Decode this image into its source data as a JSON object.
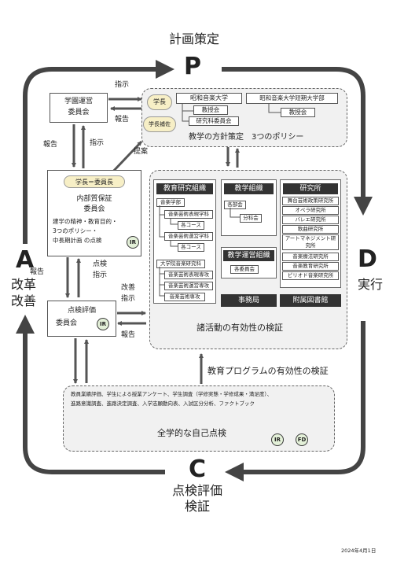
{
  "cycle": {
    "plan_letter": "P",
    "plan_label": "計画策定",
    "do_letter": "D",
    "do_label": "実行",
    "check_letter": "C",
    "check_label_1": "点検評価",
    "check_label_2": "検証",
    "act_letter": "A",
    "act_label_1": "改革",
    "act_label_2": "改善"
  },
  "board": {
    "line1": "学園運営",
    "line2": "委員会",
    "arrow_instruct": "指示",
    "arrow_report": "報告"
  },
  "left_arrows": {
    "report": "報告",
    "instruct": "指示",
    "propose": "提案"
  },
  "policy": {
    "president": "学長",
    "vice_president": "学長補佐",
    "univ": "昭和音楽大学",
    "junior": "昭和音楽大学短期大学部",
    "faculty_meeting": "教授会",
    "grad_committee": "研究科委員会",
    "junior_faculty": "教授会",
    "caption": "教学の方針策定　3つのポリシー"
  },
  "qa": {
    "header": "学長＝委員長",
    "title1": "内部質保証",
    "title2": "委員会",
    "desc1": "建学の精神・教育目的・",
    "desc2": "3つのポリシー・",
    "desc3": "中長期計画 の点検",
    "badge": "IR"
  },
  "mid_arrows": {
    "report": "報告",
    "check": "点検",
    "instruct": "指示",
    "improve": "改善",
    "improve_instruct": "指示",
    "report2": "報告"
  },
  "eval": {
    "line1": "点検評価",
    "line2": "委員会",
    "badge": "IR"
  },
  "activities": {
    "edu_research_hdr": "教育研究組織",
    "faculty": "音楽学部",
    "dept1": "音楽芸術表現学科",
    "course1": "各コース",
    "dept2": "音楽芸術運営学科",
    "course2": "各コース",
    "grad": "大学院音楽研究科",
    "major1": "音楽芸術表現専攻",
    "major2": "音楽芸術運営専攻",
    "major3": "音楽芸術専攻",
    "teaching_hdr": "教学組織",
    "subcommittees": "各部会",
    "divisions": "分科会",
    "ops_hdr": "教学運営組織",
    "committees": "各委員会",
    "office_hdr": "事務局",
    "institutes_hdr": "研究所",
    "inst": [
      "舞台芸術政策研究所",
      "オペラ研究所",
      "バレエ研究所",
      "歌曲研究所",
      "アートマネジメント研究所",
      "音楽療法研究所",
      "音楽教育研究所",
      "ピリオド音楽研究所"
    ],
    "library_hdr": "附属図書館",
    "caption": "諸活動の有効性の検証"
  },
  "program_check": "教育プログラムの有効性の検証",
  "self_check": {
    "text1": "教員業績評価、学生による授業アンケート、学生調査（学修実態・学修成果・満足度）、",
    "text2": "進路意識調査、進路決定調査、入学志願動向表、入試区分分析、ファクトブック",
    "caption": "全学的な自己点検",
    "badge_ir": "IR",
    "badge_fd": "FD"
  },
  "date": "2024年4月1日"
}
